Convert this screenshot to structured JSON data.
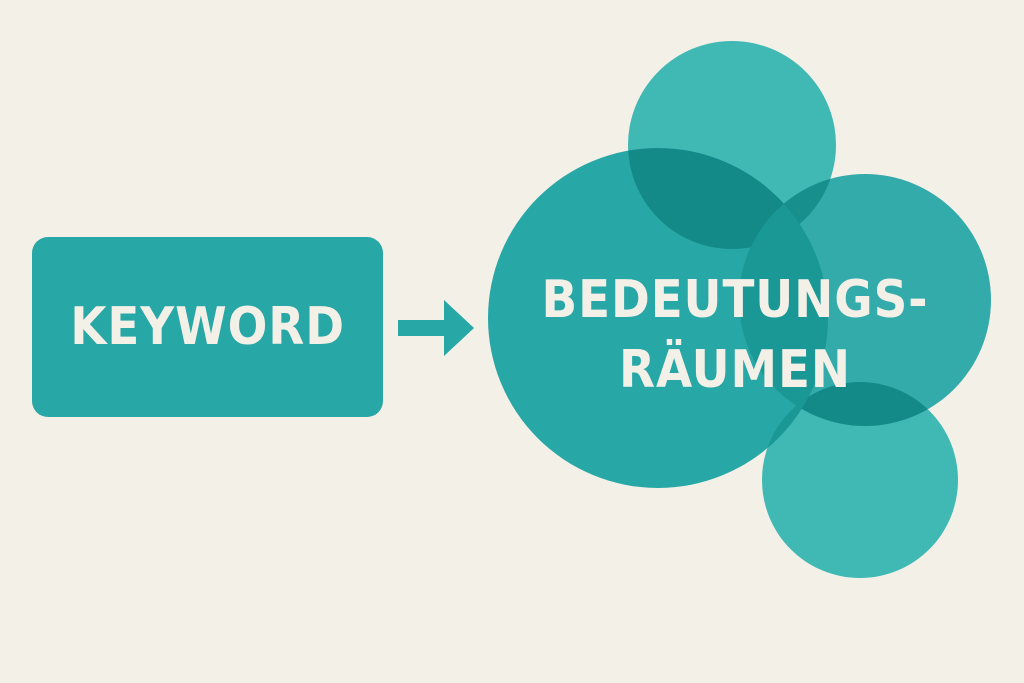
{
  "source": {
    "label": "KEYWORD"
  },
  "connector": {
    "icon": "arrow-right-icon"
  },
  "target": {
    "line1": "BEDEUTUNGS-",
    "line2": "RÄUMEN"
  },
  "colors": {
    "background": "#f3f0e8",
    "primary": "#27a7a6",
    "light_teal": "#36b5b1",
    "dark_overlap": "#138a88",
    "text": "#f3f0e8"
  }
}
